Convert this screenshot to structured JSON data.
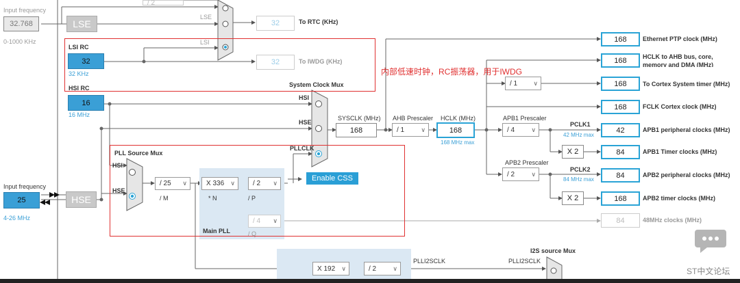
{
  "colors": {
    "accent": "#3a9fd6",
    "highlight_red": "#e03030",
    "enable_css": "#2a9fd6",
    "pll_bg": "#dbe8f3"
  },
  "inputs": {
    "lse": {
      "label": "Input frequency",
      "value": "32.768",
      "range": "0-1000 KHz",
      "source": "LSE"
    },
    "lsi": {
      "label": "LSI RC",
      "value": "32",
      "unit": "32 KHz"
    },
    "hsi": {
      "label": "HSI RC",
      "value": "16",
      "unit": "16 MHz"
    },
    "hse": {
      "label": "Input frequency",
      "value": "25",
      "range": "4-26 MHz",
      "source": "HSE"
    }
  },
  "rtc": {
    "value": "32",
    "label": "To RTC (KHz)",
    "mux_lse": "LSE",
    "mux_lsi": "LSI",
    "top_sel": "/ 2"
  },
  "iwdg": {
    "value": "32",
    "label": "To IWDG (KHz)"
  },
  "annotation": "内部低速时钟，RC振荡器，用于IWDG",
  "system_clock_mux": {
    "title": "System Clock Mux",
    "hsi": "HSI",
    "hse": "HSE",
    "pllclk": "PLLCLK",
    "enable_css": "Enable CSS"
  },
  "sysclk": {
    "label": "SYSCLK (MHz)",
    "value": "168"
  },
  "ahb": {
    "label": "AHB Prescaler",
    "value": "/ 1"
  },
  "hclk": {
    "label": "HCLK (MHz)",
    "value": "168",
    "max": "168 MHz max"
  },
  "apb1": {
    "label": "APB1 Prescaler",
    "value": "/ 4",
    "pclk": "PCLK1",
    "pclk_max": "42 MHz max",
    "timer_mult": "X 2"
  },
  "apb2": {
    "label": "APB2 Prescaler",
    "value": "/ 2",
    "pclk": "PCLK2",
    "pclk_max": "84 MHz max",
    "timer_mult": "X 2"
  },
  "cortex_div": "/ 1",
  "outputs": [
    {
      "value": "168",
      "label": "Ethernet PTP clock (MHz)"
    },
    {
      "value": "168",
      "label": "HCLK to AHB bus, core,",
      "label2": "memory and DMA (MHz)"
    },
    {
      "value": "168",
      "label": "To Cortex System timer (MHz)"
    },
    {
      "value": "168",
      "label": "FCLK Cortex clock (MHz)"
    },
    {
      "value": "42",
      "label": "APB1 peripheral clocks (MHz)"
    },
    {
      "value": "84",
      "label": "APB1 Timer clocks (MHz)"
    },
    {
      "value": "84",
      "label": "APB2 peripheral clocks (MHz)"
    },
    {
      "value": "168",
      "label": "APB2 timer clocks (MHz)"
    },
    {
      "value": "84",
      "label": "48MHz clocks (MHz)"
    }
  ],
  "pll": {
    "source_mux": "PLL Source Mux",
    "hsi": "HSI",
    "hse": "HSE",
    "m": "/ 25",
    "m_label": "/ M",
    "n": "X 336",
    "n_label": "* N",
    "p": "/ 2",
    "p_label": "/ P",
    "q": "/ 4",
    "q_label": "/ Q",
    "title": "Main PLL"
  },
  "i2s": {
    "n": "X 192",
    "r": "/ 2",
    "plli2sclk": "PLLI2SCLK",
    "plli2sclk2": "PLLI2SCLK",
    "mux": "I2S source Mux"
  },
  "watermark": "ST中文论坛"
}
